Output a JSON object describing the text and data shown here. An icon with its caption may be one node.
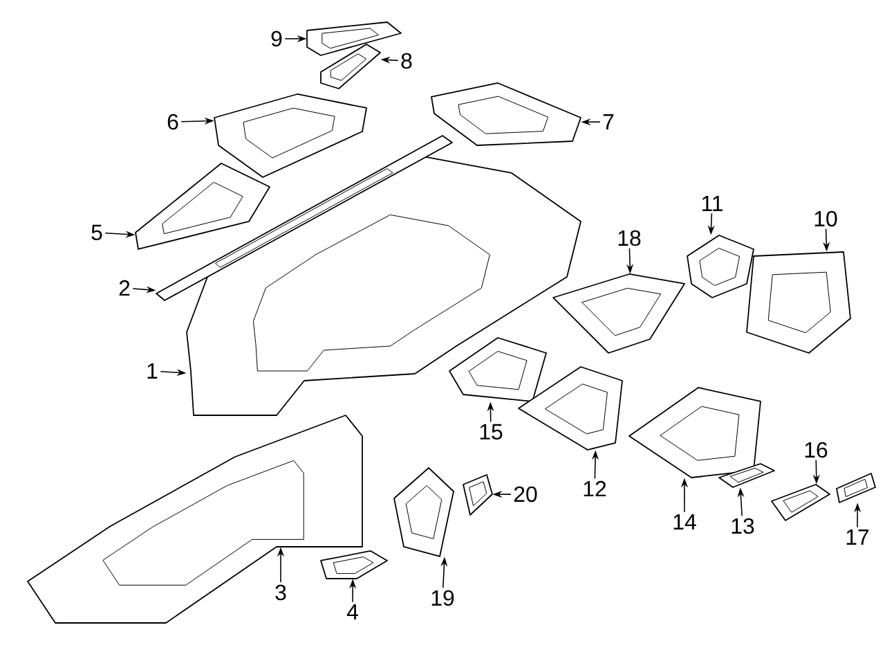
{
  "diagram": {
    "nodes": [
      {
        "text": [
          "9"
        ]
      },
      {
        "text": [
          "8"
        ]
      },
      {
        "text": [
          "6"
        ]
      },
      {
        "text": [
          "7"
        ]
      },
      {
        "text": [
          "5"
        ]
      },
      {
        "text": [
          "11"
        ]
      },
      {
        "text": [
          "10"
        ]
      },
      {
        "text": [
          "2"
        ]
      },
      {
        "text": [
          "18"
        ]
      },
      {
        "text": [
          "1"
        ]
      },
      {
        "text": [
          "15"
        ]
      },
      {
        "text": [
          "16"
        ]
      },
      {
        "text": [
          "12"
        ]
      },
      {
        "text": [
          "20"
        ]
      },
      {
        "text": [
          "14"
        ]
      },
      {
        "text": [
          "13"
        ]
      },
      {
        "text": [
          "17"
        ]
      },
      {
        "text": [
          "3"
        ]
      },
      {
        "text": [
          "19"
        ]
      },
      {
        "text": [
          "4"
        ]
      },
      {
        "text": [],
        "shape": "picture"
      },
      {
        "text": [],
        "shape": "picture"
      },
      {
        "text": [],
        "shape": "picture"
      },
      {
        "text": [],
        "shape": "picture"
      },
      {
        "text": [],
        "shape": "picture"
      },
      {
        "text": [],
        "shape": "picture"
      },
      {
        "text": [],
        "shape": "picture"
      },
      {
        "text": [],
        "shape": "picture"
      },
      {
        "text": [],
        "shape": "picture"
      },
      {
        "text": [],
        "shape": "picture"
      },
      {
        "text": [],
        "shape": "picture"
      },
      {
        "text": [],
        "shape": "picture"
      },
      {
        "text": [],
        "shape": "picture"
      },
      {
        "text": [],
        "shape": "picture"
      },
      {
        "text": [],
        "shape": "picture"
      },
      {
        "text": [],
        "shape": "picture"
      },
      {
        "text": [],
        "shape": "picture"
      },
      {
        "text": [],
        "shape": "picture"
      },
      {
        "text": [],
        "shape": "picture"
      },
      {
        "text": [],
        "shape": "picture"
      }
    ],
    "edges": [
      {
        "from": 0,
        "to": 20,
        "arrow": "to"
      },
      {
        "from": 1,
        "to": 21,
        "arrow": "to"
      },
      {
        "from": 2,
        "to": 22,
        "arrow": "to"
      },
      {
        "from": 3,
        "to": 23,
        "arrow": "to"
      },
      {
        "from": 4,
        "to": 24,
        "arrow": "to"
      },
      {
        "from": 5,
        "to": 25,
        "arrow": "to"
      },
      {
        "from": 6,
        "to": 26,
        "arrow": "to"
      },
      {
        "from": 7,
        "to": 27,
        "arrow": "to"
      },
      {
        "from": 8,
        "to": 28,
        "arrow": "to"
      },
      {
        "from": 9,
        "to": 29,
        "arrow": "to"
      },
      {
        "from": 10,
        "to": 30,
        "arrow": "to"
      },
      {
        "from": 11,
        "to": 31,
        "arrow": "to"
      },
      {
        "from": 12,
        "to": 32,
        "arrow": "to"
      },
      {
        "from": 13,
        "to": 33,
        "arrow": "to"
      },
      {
        "from": 14,
        "to": 34,
        "arrow": "to"
      },
      {
        "from": 15,
        "to": 35,
        "arrow": "to"
      },
      {
        "from": 16,
        "to": 36,
        "arrow": "to"
      },
      {
        "from": 17,
        "to": 37,
        "arrow": "to"
      },
      {
        "from": 18,
        "to": 38,
        "arrow": "to"
      },
      {
        "from": 19,
        "to": 39,
        "arrow": "to"
      }
    ]
  }
}
